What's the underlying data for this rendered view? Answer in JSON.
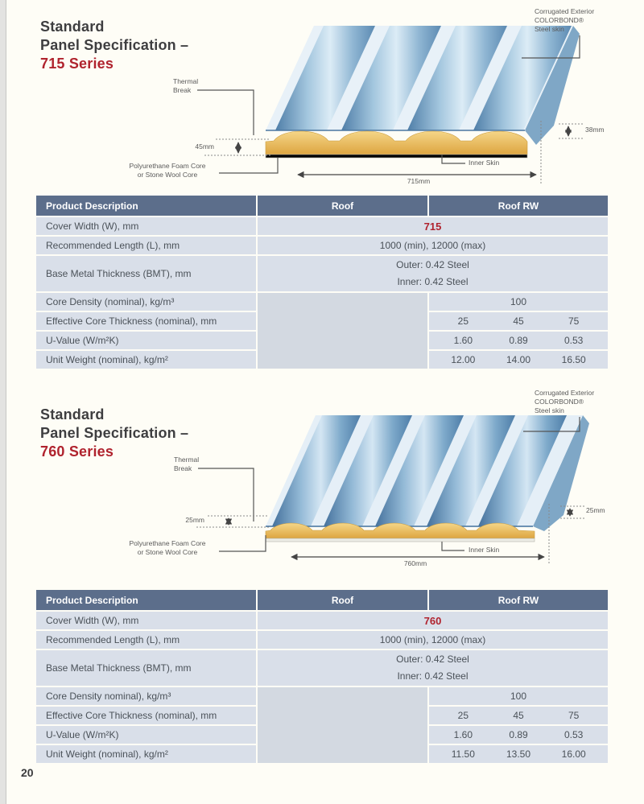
{
  "page": {
    "number": "20"
  },
  "colors": {
    "accent_red": "#b0232e",
    "table_header_bg": "#5c6e8b",
    "table_row_bg": "#d9dfe9"
  },
  "sections": [
    {
      "title": {
        "line1": "Standard",
        "line2": "Panel Specification –",
        "series": "715 Series"
      },
      "diagram": {
        "corrugated_label": "Corrugated Exterior\nCOLORBOND®\nSteel skin",
        "thermal_break_label": "Thermal\nBreak",
        "core_thickness_dim": "45mm",
        "foam_core_label": "Polyurethane Foam Core\nor Stone Wool Core",
        "inner_skin_label": "Inner Skin",
        "cover_width_dim": "715mm",
        "panel_height_dim": "38mm"
      },
      "table": {
        "headers": [
          "Product Description",
          "Roof",
          "Roof RW"
        ],
        "rows": [
          {
            "label": "Cover Width (W), mm",
            "value": "715"
          },
          {
            "label": "Recommended Length (L), mm",
            "value": "1000 (min), 12000 (max)"
          },
          {
            "label": "Base Metal Thickness (BMT), mm",
            "value": "Outer: 0.42 Steel\nInner: 0.42 Steel"
          },
          {
            "label": "Core Density (nominal), kg/m³",
            "values": [
              "100"
            ]
          },
          {
            "label": "Effective Core Thickness (nominal), mm",
            "values": [
              "25",
              "45",
              "75"
            ]
          },
          {
            "label": "U-Value (W/m²K)",
            "values": [
              "1.60",
              "0.89",
              "0.53"
            ]
          },
          {
            "label": "Unit Weight (nominal), kg/m²",
            "values": [
              "12.00",
              "14.00",
              "16.50"
            ]
          }
        ]
      }
    },
    {
      "title": {
        "line1": "Standard",
        "line2": "Panel Specification –",
        "series": "760 Series"
      },
      "diagram": {
        "corrugated_label": "Corrugated Exterior\nCOLORBOND®\nSteel skin",
        "thermal_break_label": "Thermal\nBreak",
        "core_thickness_dim": "25mm",
        "foam_core_label": "Polyurethane Foam Core\nor Stone Wool Core",
        "inner_skin_label": "Inner Skin",
        "cover_width_dim": "760mm",
        "panel_height_dim": "25mm"
      },
      "table": {
        "headers": [
          "Product Description",
          "Roof",
          "Roof RW"
        ],
        "rows": [
          {
            "label": "Cover Width (W), mm",
            "value": "760"
          },
          {
            "label": "Recommended Length (L), mm",
            "value": "1000 (min), 12000 (max)"
          },
          {
            "label": "Base Metal Thickness (BMT), mm",
            "value": "Outer: 0.42 Steel\nInner: 0.42 Steel"
          },
          {
            "label": "Core Density nominal), kg/m³",
            "values": [
              "100"
            ]
          },
          {
            "label": "Effective Core Thickness (nominal), mm",
            "values": [
              "25",
              "45",
              "75"
            ]
          },
          {
            "label": "U-Value (W/m²K)",
            "values": [
              "1.60",
              "0.89",
              "0.53"
            ]
          },
          {
            "label": "Unit Weight (nominal), kg/m²",
            "values": [
              "11.50",
              "13.50",
              "16.00"
            ]
          }
        ]
      }
    }
  ]
}
